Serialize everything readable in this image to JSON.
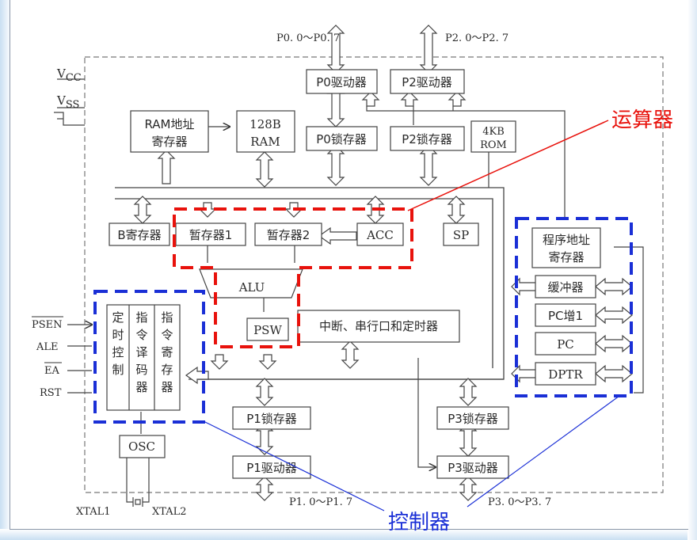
{
  "ports": {
    "p0_range": "P0. 0～P0. 7",
    "p2_range": "P2. 0～P2. 7",
    "p1_range": "P1. 0～P1. 7",
    "p3_range": "P3. 0～P3. 7"
  },
  "power": {
    "vcc": "V",
    "vcc_sub": "CC",
    "vss": "V",
    "vss_sub": "SS"
  },
  "blocks": {
    "p0_driver": "P0驱动器",
    "p2_driver": "P2驱动器",
    "ram_addr_line1": "RAM地址",
    "ram_addr_line2": "寄存器",
    "ram_line1": "128B",
    "ram_line2": "RAM",
    "p0_latch": "P0锁存器",
    "p2_latch": "P2锁存器",
    "rom_line1": "4KB",
    "rom_line2": "ROM",
    "b_reg": "B寄存器",
    "temp1": "暂存器1",
    "temp2": "暂存器2",
    "acc": "ACC",
    "sp": "SP",
    "alu": "ALU",
    "psw": "PSW",
    "interrupt": "中断、串行口和定时器",
    "pc_addr_line1": "程序地址",
    "pc_addr_line2": "寄存器",
    "buffer": "缓冲器",
    "pc_inc": "PC增1",
    "pc": "PC",
    "dptr": "DPTR",
    "timing_col": [
      "定",
      "时",
      "控",
      "制"
    ],
    "decoder_col": [
      "指",
      "令",
      "译",
      "码",
      "器"
    ],
    "ir_col": [
      "指",
      "令",
      "寄",
      "存",
      "器"
    ],
    "osc": "OSC",
    "p1_latch": "P1锁存器",
    "p1_driver": "P1驱动器",
    "p3_latch": "P3锁存器",
    "p3_driver": "P3驱动器"
  },
  "signals": {
    "psen": "PSEN",
    "ale": "ALE",
    "ea": "EA",
    "rst": "RST",
    "xtal1": "XTAL1",
    "xtal2": "XTAL2"
  },
  "annotations": {
    "arithmetic_unit": "运算器",
    "controller": "控制器"
  },
  "colors": {
    "arithmetic_highlight": "#e8120c",
    "controller_highlight": "#1a2fd6",
    "pointer_line_red": "#e8120c",
    "pointer_line_blue": "#1a2fd6"
  }
}
